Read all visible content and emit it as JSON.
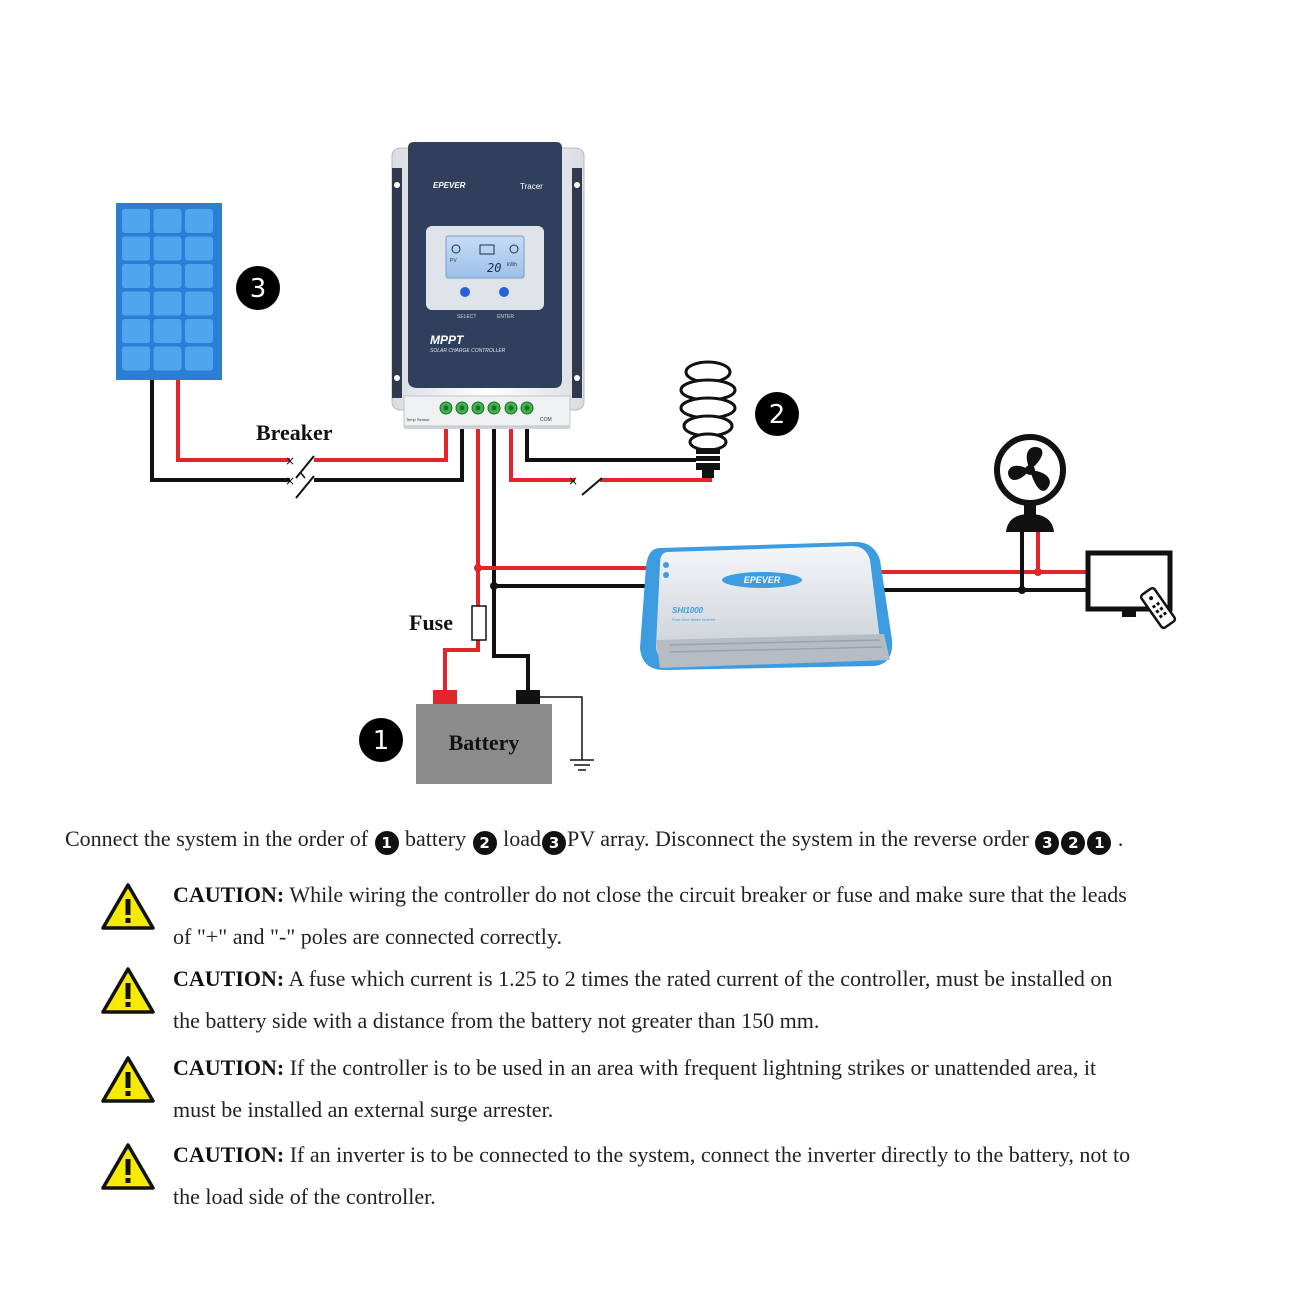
{
  "diagram": {
    "controller": {
      "brand": "EPEVER",
      "model": "Tracer",
      "lcd_value": "20",
      "lcd_unit": "kWh",
      "lcd_pv": "PV",
      "button_select": "SELECT",
      "button_enter": "ENTER",
      "type_title": "MPPT",
      "type_subtitle": "SOLAR CHARGE CONTROLLER",
      "terminal_temp": "Temp Sensor",
      "terminal_com": "COM"
    },
    "inverter": {
      "brand": "EPEVER",
      "model": "SHI1000",
      "subtitle": "Pure Sine Wave Inverter"
    },
    "labels": {
      "breaker": "Breaker",
      "fuse": "Fuse",
      "battery": "Battery"
    },
    "step_numbers": {
      "battery": "1",
      "load": "2",
      "pv": "3"
    },
    "colors": {
      "positive_wire": "#e0262a",
      "negative_wire": "#111111",
      "panel_blue": "#2f8fe0",
      "controller_navy": "#2f3f5c",
      "inverter_blue": "#3d9be0",
      "battery_gray": "#8c8c8c"
    }
  },
  "instructions": {
    "order": {
      "prefix": "Connect the system in the order of",
      "n1": "1",
      "item1": "battery",
      "n2": "2",
      "item2": "load",
      "n3": "3",
      "item3": "PV array. Disconnect the system in the reverse order",
      "r1": "3",
      "r2": "2",
      "r3": "1",
      "suffix": "."
    },
    "cautions": [
      {
        "head": "CAUTION:",
        "text": "While wiring the controller do not close the circuit breaker or fuse and make sure that the leads of \"+\" and \"-\" poles are connected correctly."
      },
      {
        "head": "CAUTION:",
        "text": "A fuse which current is 1.25 to 2 times the rated current of the controller, must be installed on the battery side with a distance from the battery not greater than 150 mm."
      },
      {
        "head": "CAUTION:",
        "text": "If the controller is to be used in an area with frequent lightning strikes or unattended area, it must be installed an external surge arrester."
      },
      {
        "head": "CAUTION:",
        "text": "If an inverter is to be connected to the system, connect the inverter directly to the battery, not to the load side of the controller."
      }
    ]
  }
}
